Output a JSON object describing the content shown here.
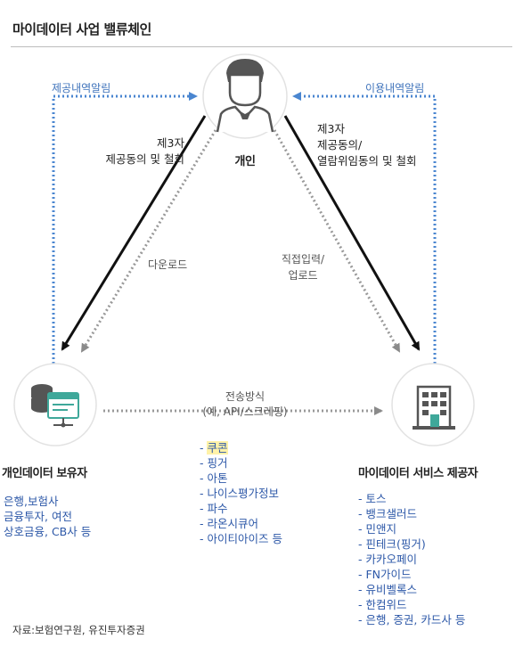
{
  "title": "마이데이터 사업 밸류체인",
  "nodes": {
    "person": {
      "label": "개인"
    },
    "holder": {
      "label": "개인데이터 보유자",
      "items": [
        "은행,보험사",
        "금융투자, 여전",
        "상호금융, CB사 등"
      ]
    },
    "provider": {
      "label": "마이데이터 서비스 제공자",
      "items": [
        "- 토스",
        "- 뱅크샐러드",
        "- 민앤지",
        "- 핀테크(핑거)",
        "- 카카오페이",
        "- FN가이드",
        "- 유비벨록스",
        "- 한컴위드",
        "- 은행, 증권, 카드사 등"
      ]
    }
  },
  "edges": {
    "notify_provide": "제공내역알림",
    "notify_use": "이용내역알림",
    "consent_left": [
      "제3자",
      "제공동의 및 철회"
    ],
    "consent_right": [
      "제3자",
      "제공동의/",
      "열람위임동의 및 철회"
    ],
    "download": "다운로드",
    "direct_input": [
      "직접입력/",
      "업로드"
    ],
    "transfer": [
      "전송방식",
      "(예, API/스크레핑)"
    ]
  },
  "middle_list": [
    {
      "prefix": "- ",
      "text": "쿠콘",
      "highlight": true
    },
    {
      "prefix": "- ",
      "text": "핑거",
      "highlight": false
    },
    {
      "prefix": "- ",
      "text": "아톤",
      "highlight": false
    },
    {
      "prefix": "- ",
      "text": "나이스평가정보",
      "highlight": false
    },
    {
      "prefix": "- ",
      "text": "파수",
      "highlight": false
    },
    {
      "prefix": "- ",
      "text": "라온시큐어",
      "highlight": false
    },
    {
      "prefix": "- ",
      "text": "아이티아이즈 등",
      "highlight": false
    }
  ],
  "source": "자료:보험연구원, 유진투자증권",
  "colors": {
    "blue": "#3f73bb",
    "gray_dotted": "#999999",
    "arrow_black": "#111111",
    "highlight": "#fff2a8"
  }
}
